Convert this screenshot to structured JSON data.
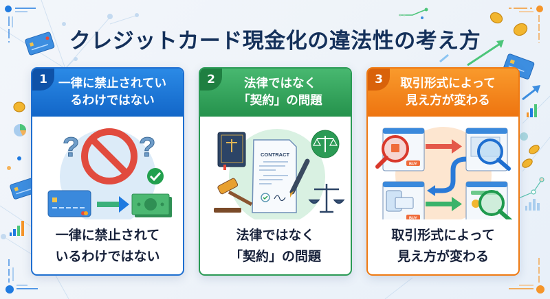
{
  "title": "クレジットカード現金化の違法性の考え方",
  "colors": {
    "title": "#14305a",
    "card1_accent": "#1e6fd0",
    "card2_accent": "#2b9a55",
    "card3_accent": "#ef7a12",
    "caption_text": "#17213a"
  },
  "cards": [
    {
      "number": "1",
      "header": "一律に禁止されてい\nるわけではない",
      "caption": "一律に禁止されて\nいるわけではない",
      "illustration": [
        "prohibited-sign-icon",
        "question-mark-icon",
        "check-circle-icon",
        "credit-card-icon",
        "arrow-right-icon",
        "cash-icon"
      ]
    },
    {
      "number": "2",
      "header": "法律ではなく\n「契約」の問題",
      "caption": "法律ではなく\n「契約」の問題",
      "illustration": [
        "law-book-icon",
        "contract-document-icon",
        "pen-icon",
        "gavel-icon",
        "scales-badge-icon",
        "scales-icon"
      ],
      "contract_label": "CONTRACT"
    },
    {
      "number": "3",
      "header": "取引形式によって\n見え方が変わる",
      "caption": "取引形式によって\n見え方が変わる",
      "illustration": [
        "browser-window-icon",
        "magnifier-icon",
        "arrow-icon",
        "buy-button"
      ],
      "buy_label": "BUY"
    }
  ]
}
